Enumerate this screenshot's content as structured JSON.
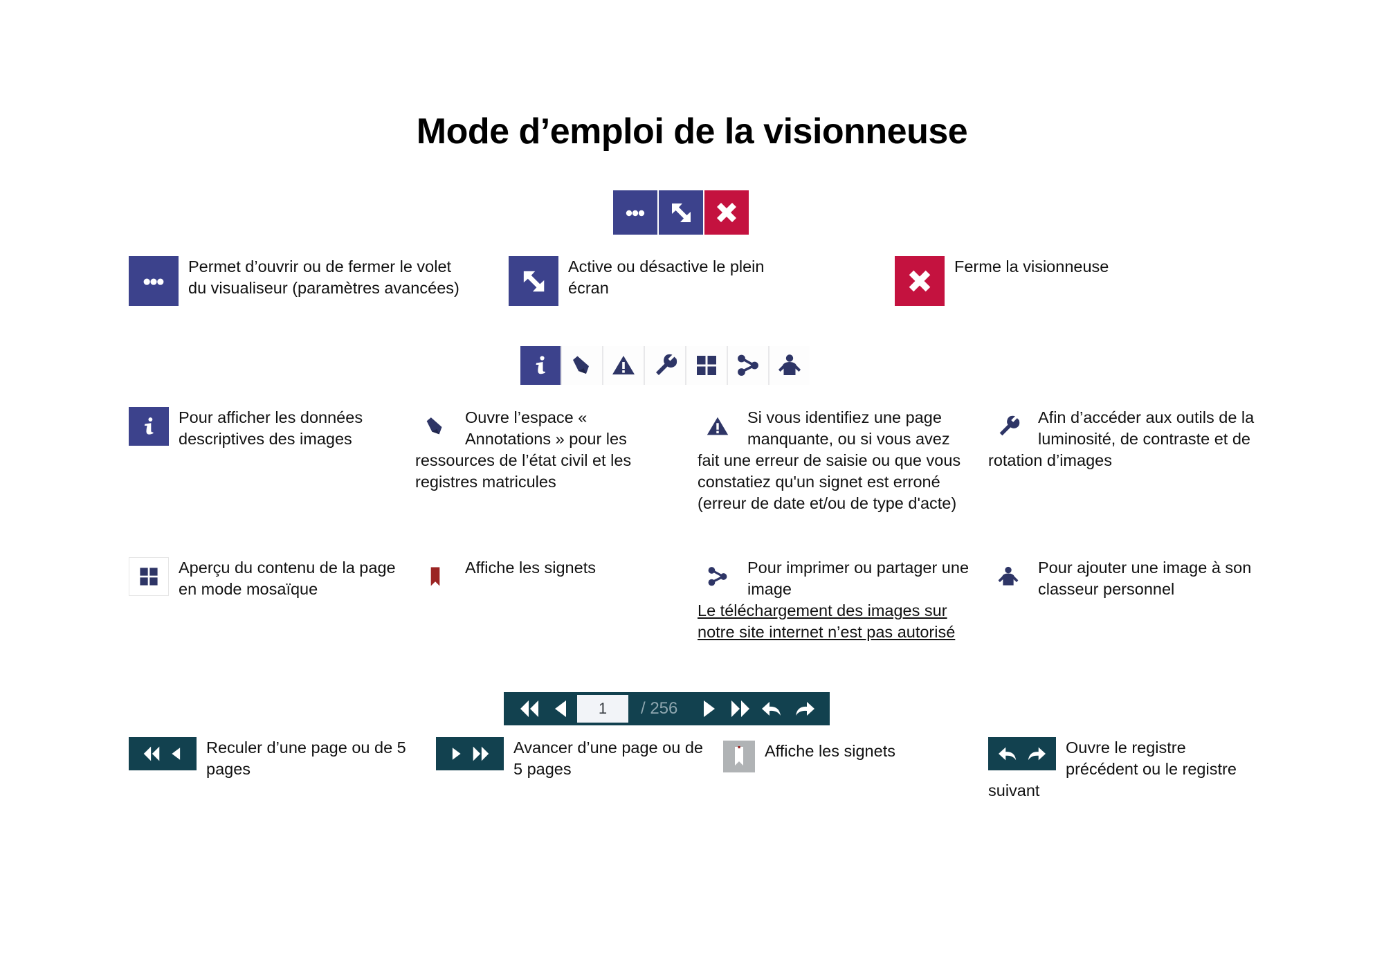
{
  "page": {
    "title": "Mode d’emploi de la visionneuse"
  },
  "colors": {
    "blue": "#3c428c",
    "red": "#c4123f",
    "navy": "#12414f",
    "gray": "#b0b3b5",
    "bookmark_red": "#9b2423",
    "toolbar_icon": "#2e3566"
  },
  "toolbar_top": {
    "buttons": [
      {
        "name": "more-options-icon",
        "tooltip": "Permet d’ouvrir ou de fermer le volet du visualiseur"
      },
      {
        "name": "fullscreen-icon",
        "tooltip": "Active ou désactive le plein écran"
      },
      {
        "name": "close-icon",
        "tooltip": "Ferme la visionneuse"
      }
    ]
  },
  "toolbar_tools": {
    "buttons": [
      {
        "name": "info-icon",
        "active": true
      },
      {
        "name": "pencil-icon",
        "active": false
      },
      {
        "name": "warning-icon",
        "active": false
      },
      {
        "name": "wrench-icon",
        "active": false
      },
      {
        "name": "grid-icon",
        "active": false
      },
      {
        "name": "share-icon",
        "active": false
      },
      {
        "name": "person-icon",
        "active": false
      }
    ]
  },
  "pagination": {
    "current_page": "1",
    "total_label": "/ 256",
    "buttons": [
      "rewind-5-pages-icon",
      "previous-page-icon",
      "next-page-icon",
      "forward-5-pages-icon",
      "previous-register-icon",
      "next-register-icon"
    ]
  },
  "legend_row1": [
    {
      "icon": "more-options-icon",
      "text": "Permet d’ouvrir ou de fermer le volet du visualiseur (paramètres avancées)"
    },
    {
      "icon": "fullscreen-icon",
      "text": "Active ou désactive le plein écran"
    },
    {
      "icon": "close-icon",
      "text": "Ferme la visionneuse"
    }
  ],
  "legend_row2": [
    {
      "icon": "info-icon",
      "text": "Pour afficher les données descriptives des images"
    },
    {
      "icon": "pencil-icon",
      "text": "Ouvre l’espace « Annotations » pour les ressources de l’état civil et les registres matricules"
    },
    {
      "icon": "warning-icon",
      "text": "Si vous identifiez une page manquante, ou si vous avez fait une erreur de saisie ou que vous constatiez qu'un signet est erroné (erreur de date et/ou de type d'acte)"
    },
    {
      "icon": "wrench-icon",
      "text": "Afin d’accéder aux outils de la luminosité, de contraste et de rotation d’images"
    }
  ],
  "legend_row3": [
    {
      "icon": "grid-icon",
      "text": "Aperçu du contenu de la page en mode mosaïque"
    },
    {
      "icon": "bookmark-icon",
      "text": "Affiche les signets"
    },
    {
      "icon": "share-icon",
      "text": "Pour imprimer ou partager une image",
      "text_underlined": "Le téléchargement des images sur notre site internet n’est pas autorisé"
    },
    {
      "icon": "person-icon",
      "text": "Pour ajouter une image à son classeur personnel"
    }
  ],
  "legend_row4": [
    {
      "icon": "rewind-group-icon",
      "text": "Reculer d’une page ou de 5 pages"
    },
    {
      "icon": "forward-group-icon",
      "text": "Avancer d’une page ou de 5 pages"
    },
    {
      "icon": "bookmark-gray-icon",
      "text": "Affiche les signets"
    },
    {
      "icon": "register-nav-icon",
      "text": "Ouvre le registre précédent ou le registre suivant"
    }
  ]
}
